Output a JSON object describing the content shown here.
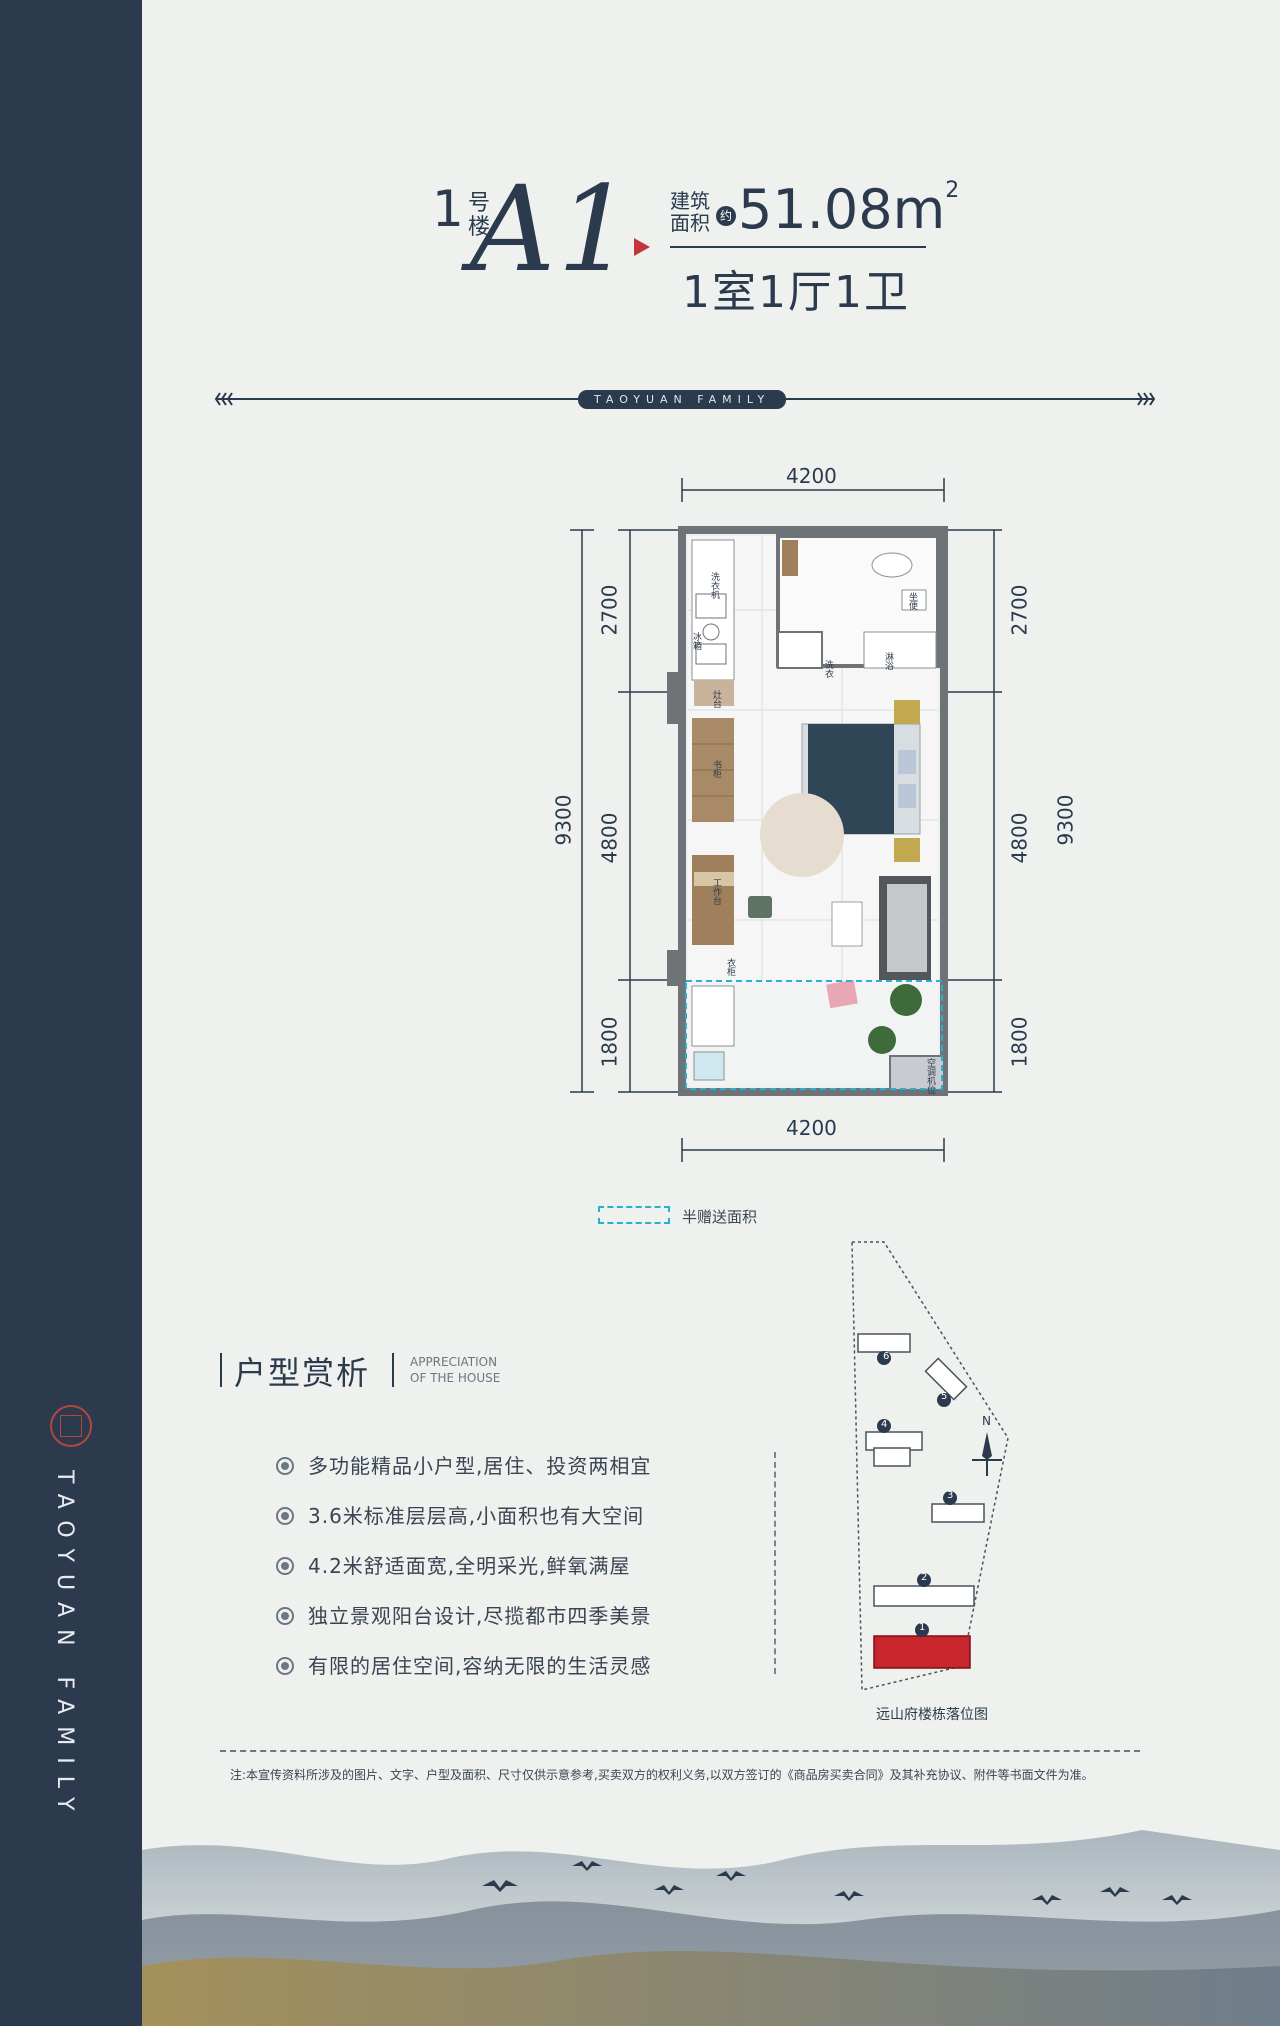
{
  "sidebar": {
    "vertical_text": "TAOYUAN FAMILY"
  },
  "header": {
    "building_number": "1",
    "building_label": "号楼",
    "unit_type": "A1",
    "area_label": "建筑面积",
    "approx_label": "约",
    "area_value": "51.08",
    "area_unit": "m",
    "area_unit_sup": "2",
    "layout": "1室1厅1卫",
    "divider_text": "TAOYUAN FAMILY"
  },
  "floorplan": {
    "dims": {
      "top": "4200",
      "bottom": "4200",
      "left_total": "9300",
      "right_total": "9300",
      "left_segments": [
        "2700",
        "4800",
        "1800"
      ],
      "right_segments": [
        "2700",
        "4800",
        "1800"
      ]
    },
    "room_labels": [
      "冰箱",
      "洗衣机",
      "坐便",
      "淋浴",
      "灶台",
      "洗衣",
      "书柜",
      "工作台",
      "衣柜",
      "空调机位"
    ],
    "legend_text": "半赠送面积",
    "accent_color": "#27b0cf"
  },
  "features": {
    "title": "户型赏析",
    "title_en_line1": "APPRECIATION",
    "title_en_line2": "OF THE HOUSE",
    "items": [
      "多功能精品小户型,居住、投资两相宜",
      "3.6米标准层层高,小面积也有大空间",
      "4.2米舒适面宽,全明采光,鲜氧满屋",
      "独立景观阳台设计,尽揽都市四季美景",
      "有限的居住空间,容纳无限的生活灵感"
    ]
  },
  "site_plan": {
    "caption": "远山府楼栋落位图",
    "north": "N",
    "buildings": [
      "1",
      "2",
      "3",
      "4",
      "5",
      "6"
    ],
    "highlight_color": "#c8252c"
  },
  "note": "注:本宣传资料所涉及的图片、文字、户型及面积、尺寸仅供示意参考,买卖双方的权利义务,以双方签订的《商品房买卖合同》及其补充协议、附件等书面文件为准。",
  "colors": {
    "navy": "#2b3a4d",
    "accent_red": "#c2353a",
    "background": "#eef1ee"
  }
}
